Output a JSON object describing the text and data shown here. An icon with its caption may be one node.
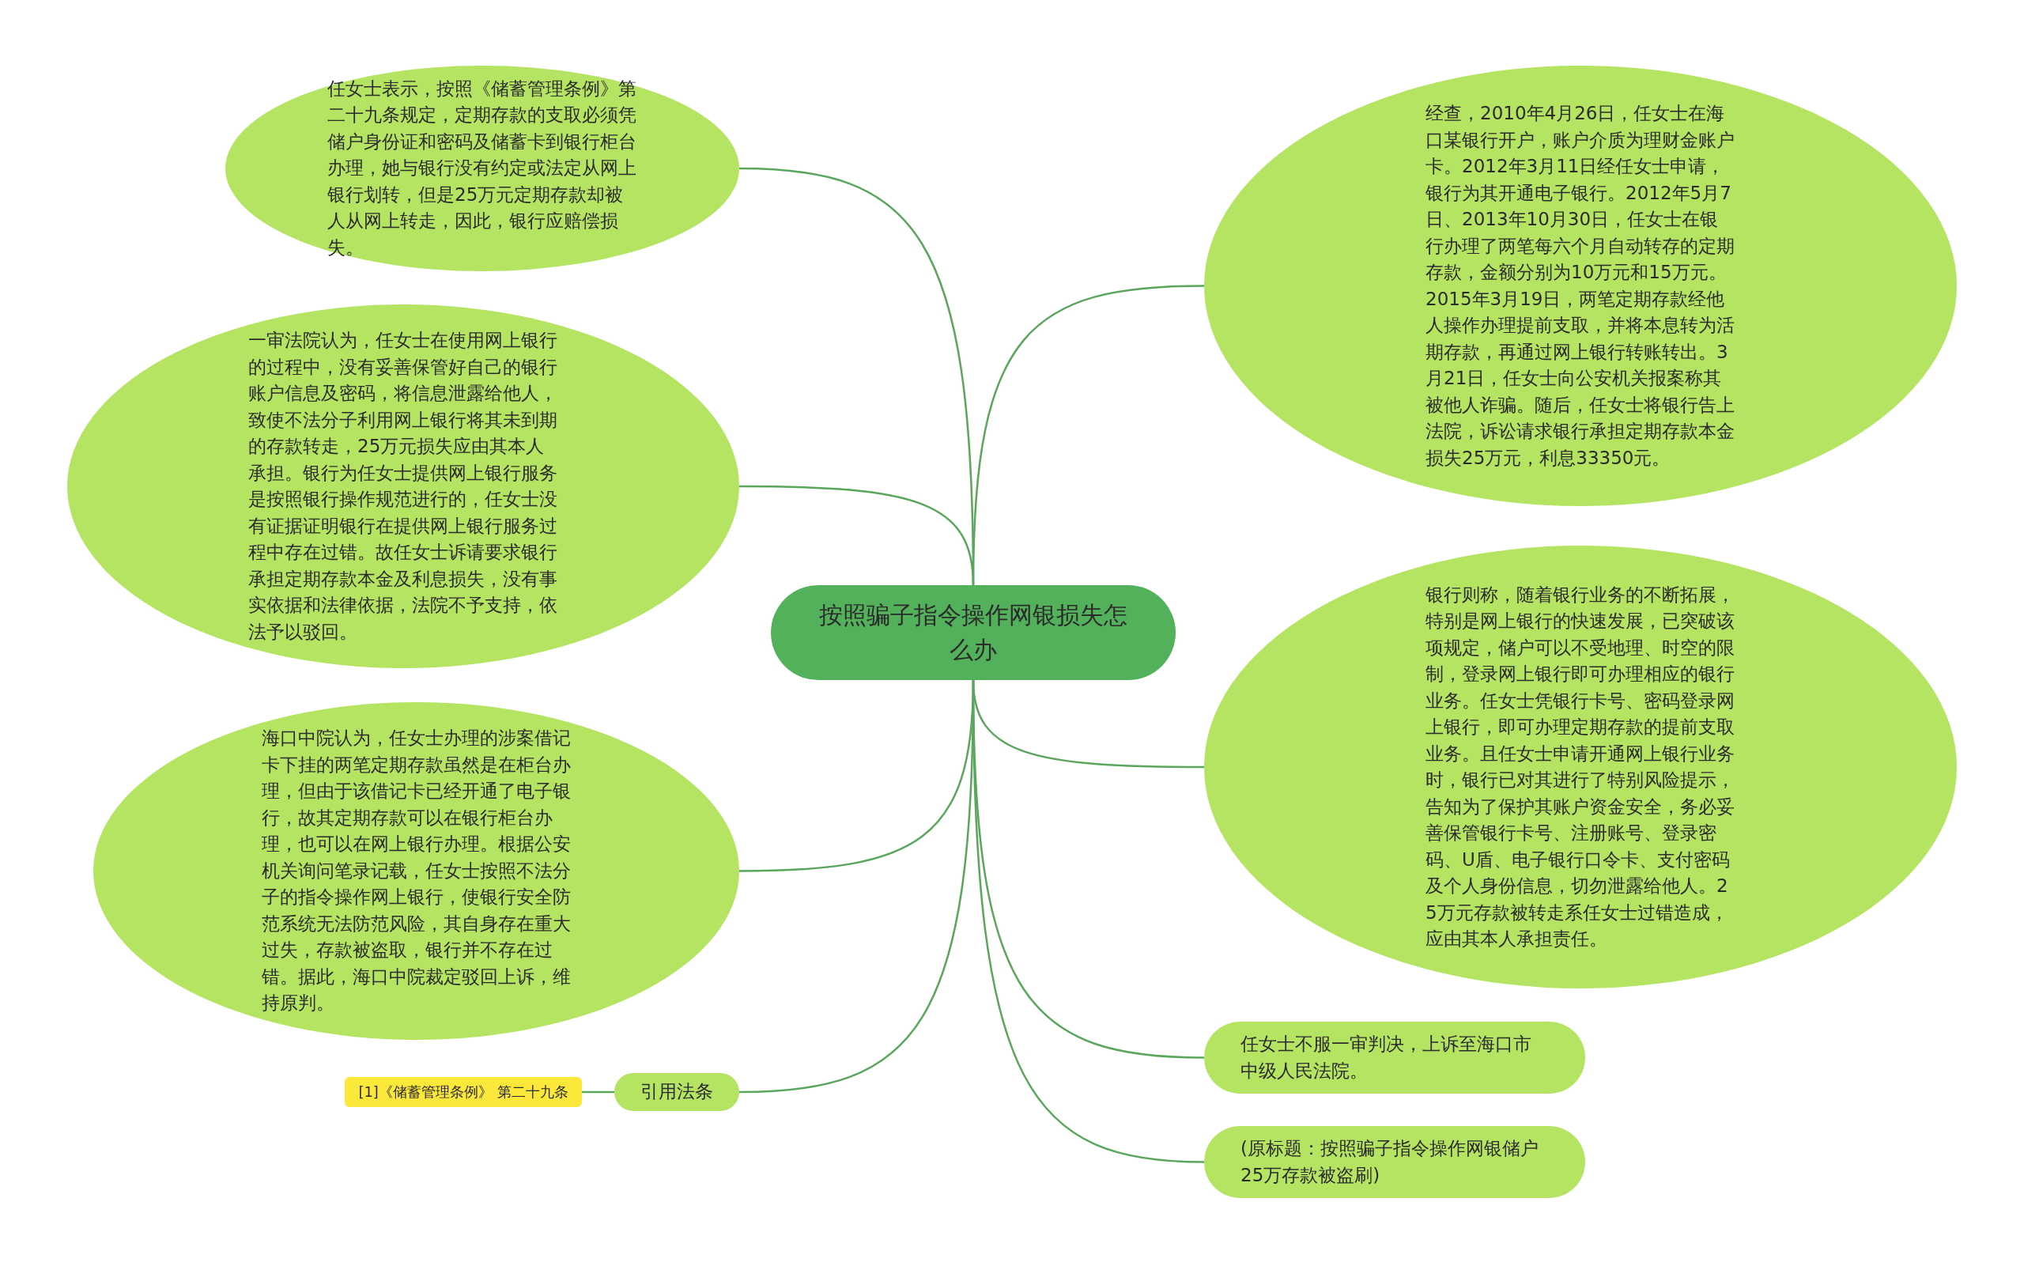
{
  "diagram": {
    "nodes": [
      {
        "text": [
          "按照骗子指令操作网银损失怎么办"
        ]
      },
      {
        "text": [
          "任女士表示，按照《储蓄管理条例》第二十九条规定，定期存款的支取必须凭储户身份证和密码及储蓄卡到银行柜台办理，她与银行没有约定或法定从网上银行划转，但是25万元定期存款却被人从网上转走，因此，银行应赔偿损失。"
        ]
      },
      {
        "text": [
          "一审法院认为，任女士在使用网上银行的过程中，没有妥善保管好自己的银行账户信息及密码，将信息泄露给他人，致使不法分子利用网上银行将其未到期的存款转走，25万元损失应由其本人承担。银行为任女士提供网上银行服务是按照银行操作规范进行的，任女士没有证据证明银行在提供网上银行服务过程中存在过错。故任女士诉请要求银行承担定期存款本金及利息损失，没有事实依据和法律依据，法院不予支持，依法予以驳回。"
        ]
      },
      {
        "text": [
          "海口中院认为，任女士办理的涉案借记卡下挂的两笔定期存款虽然是在柜台办理，但由于该借记卡已经开通了电子银行，故其定期存款可以在银行柜台办理，也可以在网上银行办理。根据公安机关询问笔录记载，任女士按照不法分子的指令操作网上银行，使银行安全防范系统无法防范风险，其自身存在重大过失，存款被盗取，银行并不存在过错。据此，海口中院裁定驳回上诉，维持原判。"
        ]
      },
      {
        "text": [
          "引用法条"
        ]
      },
      {
        "text": [
          "[1]《储蓄管理条例》 第二十九条"
        ]
      },
      {
        "text": [
          "经查，2010年4月26日，任女士在海口某银行开户，账户介质为理财金账户卡。2012年3月11日经任女士申请，银行为其开通电子银行。2012年5月7日、2013年10月30日，任女士在银行办理了两笔每六个月自动转存的定期存款，金额分别为10万元和15万元。2015年3月19日，两笔定期存款经他人操作办理提前支取，并将本息转为活期存款，再通过网上银行转账转出。3月21日，任女士向公安机关报案称其被他人诈骗。随后，任女士将银行告上法院，诉讼请求银行承担定期存款本金损失25万元，利息33350元。"
        ]
      },
      {
        "text": [
          "银行则称，随着银行业务的不断拓展，特别是网上银行的快速发展，已突破该项规定，储户可以不受地理、时空的限制，登录网上银行即可办理相应的银行业务。任女士凭银行卡号、密码登录网上银行，即可办理定期存款的提前支取业务。且任女士申请开通网上银行业务时，银行已对其进行了特别风险提示，告知为了保护其账户资金安全，务必妥善保管银行卡号、注册账号、登录密码、U盾、电子银行口令卡、支付密码及个人身份信息，切勿泄露给他人。25万元存款被转走系任女士过错造成，应由其本人承担责任。"
        ]
      },
      {
        "text": [
          "任女士不服一审判决，上诉至海口市中级人民法院。"
        ]
      },
      {
        "text": [
          "(原标题：按照骗子指令操作网银储户25万存款被盗刷)"
        ]
      }
    ],
    "edges": [
      {
        "from": 0,
        "to": 1,
        "arrow": "none"
      },
      {
        "from": 0,
        "to": 2,
        "arrow": "none"
      },
      {
        "from": 0,
        "to": 3,
        "arrow": "none"
      },
      {
        "from": 0,
        "to": 4,
        "arrow": "none"
      },
      {
        "from": 4,
        "to": 5,
        "arrow": "none"
      },
      {
        "from": 0,
        "to": 6,
        "arrow": "none"
      },
      {
        "from": 0,
        "to": 7,
        "arrow": "none"
      },
      {
        "from": 0,
        "to": 8,
        "arrow": "none"
      },
      {
        "from": 0,
        "to": 9,
        "arrow": "none"
      }
    ]
  }
}
